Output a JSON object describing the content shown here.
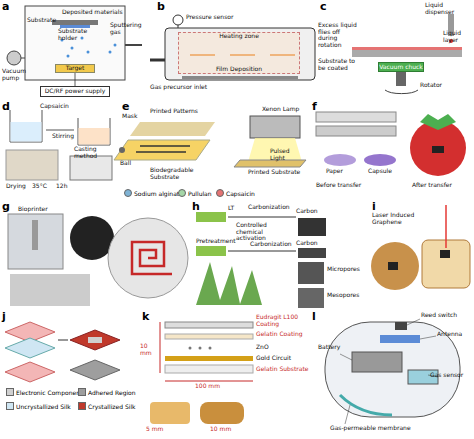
{
  "diagram": {
    "nodes": [
      {
        "text": [
          "Target"
        ]
      },
      {
        "text": [
          "DC/RF power supply"
        ]
      },
      {
        "text": [
          "Heating zone",
          "Film Deposition"
        ]
      },
      {
        "text": [
          "Vacuum chuck"
        ]
      }
    ],
    "edges": [
      {
        "from": 0,
        "to": 1,
        "arrow": "none"
      }
    ],
    "labels": [
      "a",
      "Sputtering gas",
      "Deposited materials",
      "Substrate holder",
      "Substrate",
      "Vacuum pump",
      "b",
      "Pressure sensor",
      "Gas precursor inlet",
      "c",
      "Liquid dispenser",
      "Liquid layer",
      "Excess liquid flies off during rotation",
      "Substrate to be coated",
      "Rotator",
      "d",
      "Capsaicin",
      "Stirring",
      "Casting method",
      "Drying",
      "35°C",
      "12h",
      "e",
      "Mask",
      "Printed Patterns",
      "Xenon Lamp",
      "Ball",
      "Biodegradable Substrate",
      "Printed Substrate",
      "Pulsed Light",
      "f",
      "Paper",
      "Capsule",
      "Before transfer",
      "After transfer",
      "g",
      "Bioprinter",
      "h",
      "LT",
      "Carbonization",
      "Controlled chemical activation",
      "Carbon",
      "Pretreatment",
      "Carbonization",
      "Carbon",
      "Micropores",
      "Mesopores",
      "i",
      "Laser Induced Graphene",
      "j",
      "k",
      "Eudragit L100 Coating",
      "Gelatin Coating",
      "ZnO",
      "Gold Circuit",
      "Gelatin Substrate",
      "100 mm",
      "10 mm",
      "5 mm",
      "10 mm",
      "l",
      "Reed switch",
      "Antenna",
      "Battery",
      "Gas sensor",
      "Gas-permeable membrane"
    ],
    "legend": [
      {
        "text": "Sodium alginate"
      },
      {
        "text": "Pullulan"
      },
      {
        "text": "Capsaicin"
      },
      {
        "text": "Electronic Components",
        "color": "#d0d0d0"
      },
      {
        "text": "Adhered Region",
        "color": "#9e9e9e"
      },
      {
        "text": "Uncrystallized Silk",
        "color": "#cfe6f3"
      },
      {
        "text": "Crystallized Silk",
        "color": "#c0392b"
      }
    ]
  }
}
